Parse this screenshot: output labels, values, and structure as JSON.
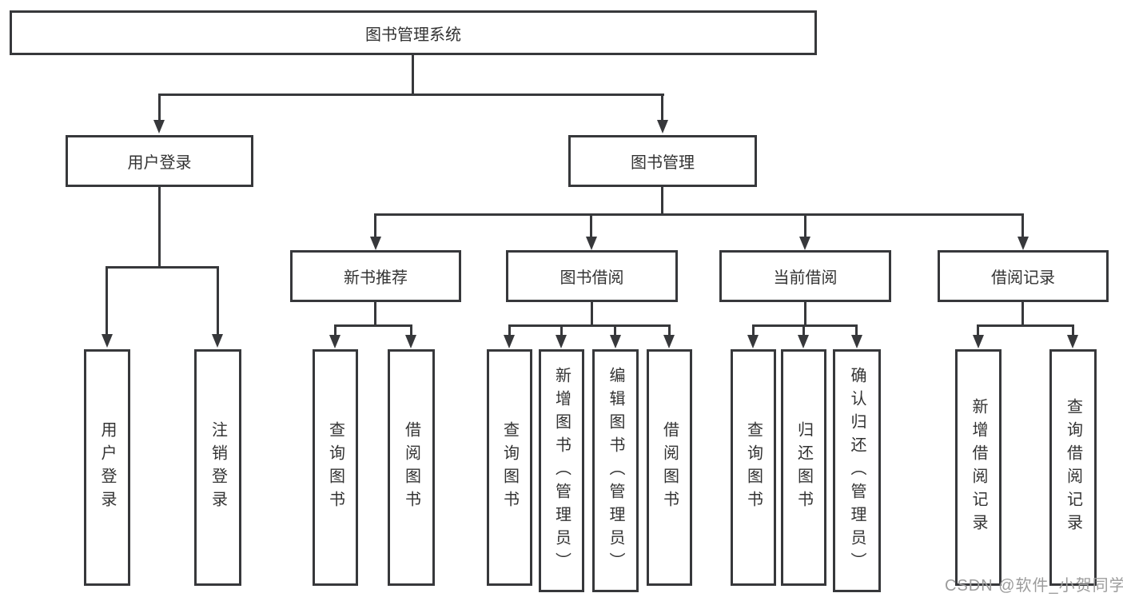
{
  "diagram": {
    "root": {
      "label": "图书管理系统"
    },
    "level2": [
      {
        "label": "用户登录"
      },
      {
        "label": "图书管理"
      }
    ],
    "level3": [
      {
        "label": "新书推荐"
      },
      {
        "label": "图书借阅"
      },
      {
        "label": "当前借阅"
      },
      {
        "label": "借阅记录"
      }
    ],
    "leaves": {
      "login": [
        {
          "label": "用户登录"
        },
        {
          "label": "注销登录"
        }
      ],
      "new_book": [
        {
          "label": "查询图书"
        },
        {
          "label": "借阅图书"
        }
      ],
      "book_borrow": [
        {
          "label": "查询图书"
        },
        {
          "label": "新增图书（管理员）"
        },
        {
          "label": "编辑图书（管理员）"
        },
        {
          "label": "借阅图书"
        }
      ],
      "current_borrow": [
        {
          "label": "查询图书"
        },
        {
          "label": "归还图书"
        },
        {
          "label": "确认归还（管理员）"
        }
      ],
      "borrow_records": [
        {
          "label": "新增借阅记录"
        },
        {
          "label": "查询借阅记录"
        }
      ]
    },
    "colors": {
      "line": "#37383b",
      "text": "#333333",
      "background": "#ffffff",
      "watermark": "#9c9c9c"
    },
    "watermark": {
      "text": "CSDN @软件_小贺同学"
    }
  }
}
